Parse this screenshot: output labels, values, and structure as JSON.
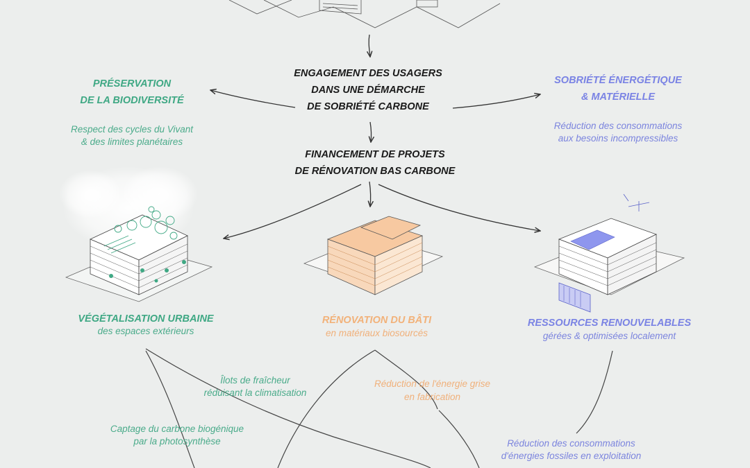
{
  "center": {
    "engagement": [
      "ENGAGEMENT DES USAGERS",
      "DANS UNE DÉMARCHE",
      "DE SOBRIÉTÉ CARBONE"
    ],
    "financement": [
      "FINANCEMENT DE PROJETS",
      "DE RÉNOVATION BAS CARBONE"
    ]
  },
  "preservation": {
    "title": [
      "PRÉSERVATION",
      "DE LA BIODIVERSITÉ"
    ],
    "subtitle": [
      "Respect des cycles du Vivant",
      "& des limites planétaires"
    ]
  },
  "sobriete": {
    "title": [
      "SOBRIÉTÉ ÉNERGÉTIQUE",
      "& MATÉRIELLE"
    ],
    "subtitle": [
      "Réduction des consommations",
      "aux besoins incompressibles"
    ]
  },
  "vegetalisation": {
    "title": "VÉGÉTALISATION URBAINE",
    "subtitle": "des espaces extérieurs"
  },
  "renovation": {
    "title": "RÉNOVATION DU BÂTI",
    "subtitle": "en matériaux biosourcés"
  },
  "ressources": {
    "title": "RESSOURCES RENOUVELABLES",
    "subtitle": "gérées & optimisées localement"
  },
  "effects": {
    "ilots": [
      "Îlots de fraîcheur",
      "réduisant la climatisation"
    ],
    "captage": [
      "Captage du carbone biogénique",
      "par la photosynthèse"
    ],
    "energie_grise": [
      "Réduction de l'énergie grise",
      "en fabrication"
    ],
    "fossiles": [
      "Réduction des consommations",
      "d'énergies fossiles en exploitation"
    ]
  },
  "colors": {
    "green": "#3fa884",
    "orange": "#f2b27a",
    "blue": "#7a83e4",
    "dark": "#1a1a1a",
    "background": "#eceeed"
  }
}
